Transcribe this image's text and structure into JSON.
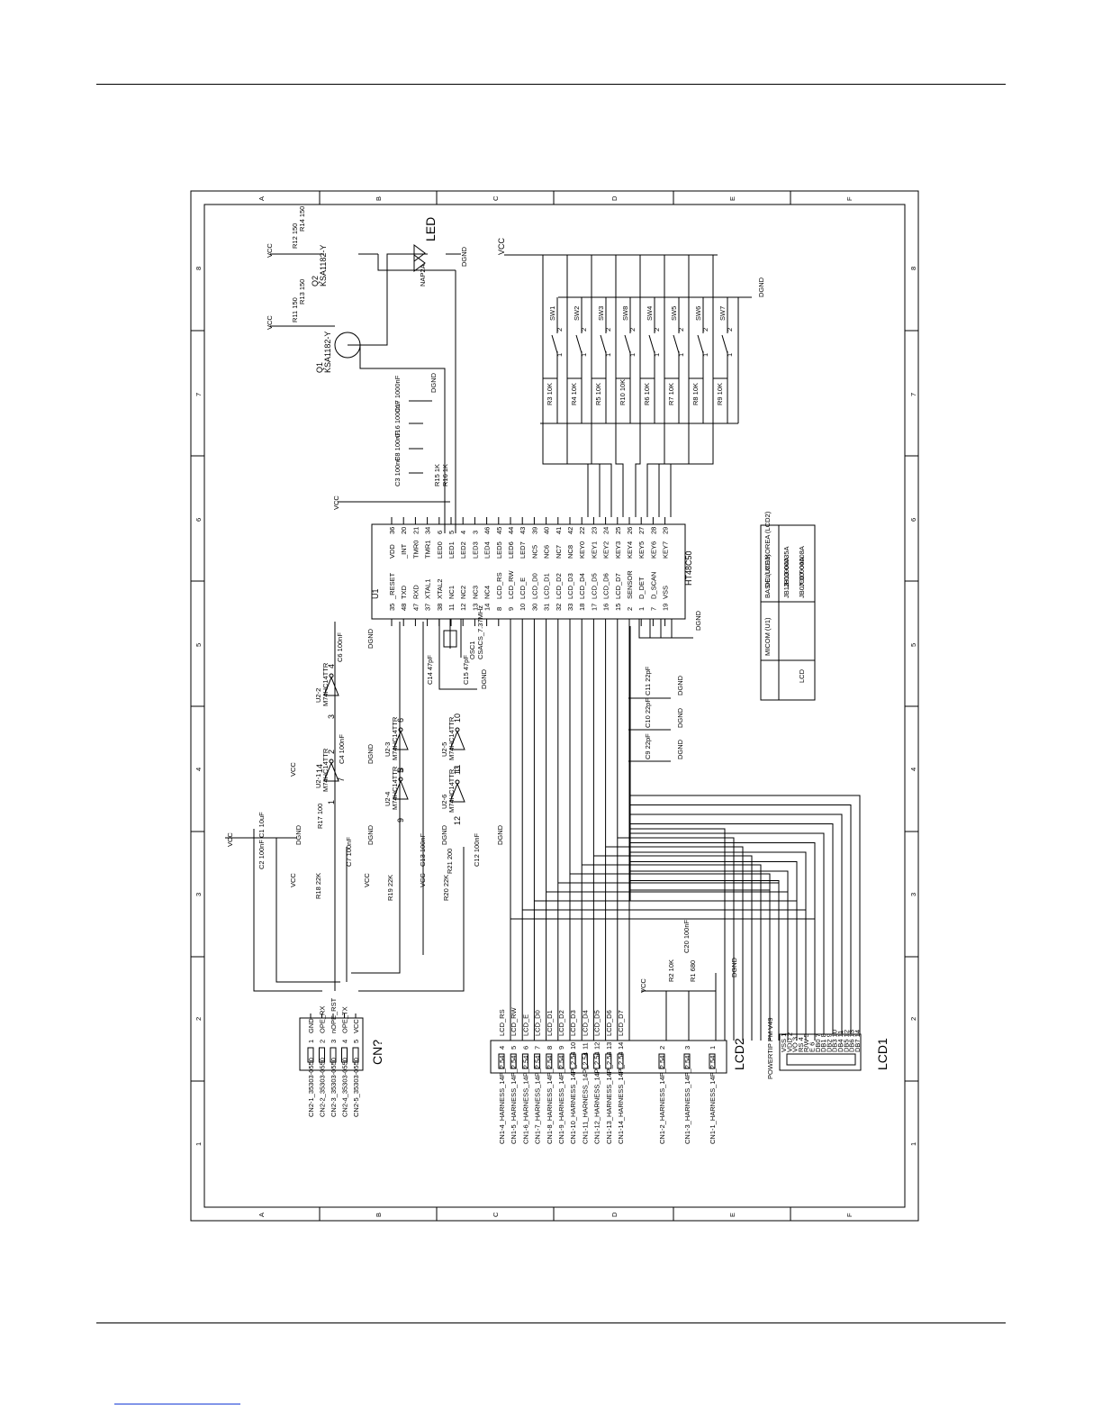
{
  "grid": {
    "cols": [
      "A",
      "B",
      "C",
      "D",
      "E",
      "F"
    ],
    "rows": [
      "8",
      "7",
      "6",
      "5",
      "4",
      "3",
      "2",
      "1"
    ]
  },
  "u1": {
    "ref": "U1",
    "part": "HT48C50",
    "left_pins": [
      {
        "num": "35",
        "name": "_RESET"
      },
      {
        "num": "48",
        "name": "TXD"
      },
      {
        "num": "47",
        "name": "RXD"
      },
      {
        "num": "37",
        "name": "XTAL1"
      },
      {
        "num": "38",
        "name": "XTAL2"
      },
      {
        "num": "11",
        "name": "NC1"
      },
      {
        "num": "12",
        "name": "NC2"
      },
      {
        "num": "13",
        "name": "NC3"
      },
      {
        "num": "14",
        "name": "NC4"
      },
      {
        "num": "8",
        "name": "LCD_RS"
      },
      {
        "num": "9",
        "name": "LCD_RW"
      },
      {
        "num": "10",
        "name": "LCD_E"
      },
      {
        "num": "30",
        "name": "LCD_D0"
      },
      {
        "num": "31",
        "name": "LCD_D1"
      },
      {
        "num": "32",
        "name": "LCD_D2"
      },
      {
        "num": "33",
        "name": "LCD_D3"
      },
      {
        "num": "18",
        "name": "LCD_D4"
      },
      {
        "num": "17",
        "name": "LCD_D5"
      },
      {
        "num": "16",
        "name": "LCD_D6"
      },
      {
        "num": "15",
        "name": "LCD_D7"
      },
      {
        "num": "2",
        "name": "SENSOR"
      },
      {
        "num": "1",
        "name": "D_DET"
      },
      {
        "num": "7",
        "name": "D_SCAN"
      },
      {
        "num": "19",
        "name": "VSS"
      }
    ],
    "right_pins": [
      {
        "num": "36",
        "name": "VDD"
      },
      {
        "num": "20",
        "name": "_INT"
      },
      {
        "num": "21",
        "name": "TMR0"
      },
      {
        "num": "34",
        "name": "TMR1"
      },
      {
        "num": "6",
        "name": "LED0"
      },
      {
        "num": "5",
        "name": "LED1"
      },
      {
        "num": "4",
        "name": "LED2"
      },
      {
        "num": "3",
        "name": "LED3"
      },
      {
        "num": "46",
        "name": "LED4"
      },
      {
        "num": "45",
        "name": "LED5"
      },
      {
        "num": "44",
        "name": "LED6"
      },
      {
        "num": "43",
        "name": "LED7"
      },
      {
        "num": "39",
        "name": "NC5"
      },
      {
        "num": "40",
        "name": "NC6"
      },
      {
        "num": "41",
        "name": "NC7"
      },
      {
        "num": "42",
        "name": "NC8"
      },
      {
        "num": "22",
        "name": "KEY0"
      },
      {
        "num": "23",
        "name": "KEY1"
      },
      {
        "num": "24",
        "name": "KEY2"
      },
      {
        "num": "25",
        "name": "KEY3"
      },
      {
        "num": "26",
        "name": "KEY4"
      },
      {
        "num": "27",
        "name": "KEY5"
      },
      {
        "num": "28",
        "name": "KEY6"
      },
      {
        "num": "29",
        "name": "KEY7"
      }
    ]
  },
  "cn": {
    "ref": "CN?",
    "pins": [
      {
        "num": "1",
        "name": "GND"
      },
      {
        "num": "2",
        "name": "OPE_RX"
      },
      {
        "num": "3",
        "name": "nOPE_RST"
      },
      {
        "num": "4",
        "name": "OPE_TX"
      },
      {
        "num": "5",
        "name": "VCC"
      }
    ],
    "part_labels": [
      "CN2-1_35303-0550",
      "CN2-2_35303-0550",
      "CN2-3_35303-0550",
      "CN2-4_35303-0550",
      "CN2-5_35303-0550"
    ]
  },
  "lcd2": {
    "ref": "LCD2",
    "pins": [
      {
        "num": "4",
        "name": "LCD_RS"
      },
      {
        "num": "5",
        "name": "LCD_RW"
      },
      {
        "num": "6",
        "name": "LCD_E"
      },
      {
        "num": "7",
        "name": "LCD_D0"
      },
      {
        "num": "8",
        "name": "LCD_D1"
      },
      {
        "num": "9",
        "name": "LCD_D2"
      },
      {
        "num": "10",
        "name": "LCD_D3"
      },
      {
        "num": "11",
        "name": "LCD_D4"
      },
      {
        "num": "12",
        "name": "LCD_D5"
      },
      {
        "num": "13",
        "name": "LCD_D6"
      },
      {
        "num": "14",
        "name": "LCD_D7"
      },
      {
        "num": "2",
        "name": ""
      },
      {
        "num": "3",
        "name": ""
      },
      {
        "num": "1",
        "name": ""
      }
    ],
    "harness": [
      "CN1-4_HARNESS_14P_2.54",
      "CN1-5_HARNESS_14P_2.54",
      "CN1-6_HARNESS_14P_2.54",
      "CN1-7_HARNESS_14P_2.54",
      "CN1-8_HARNESS_14P_2.54",
      "CN1-9_HARNESS_14P_2.54",
      "CN1-10_HARNESS_14P_2.54",
      "CN1-11_HARNESS_14P_2.54",
      "CN1-12_HARNESS_14P_2.54",
      "CN1-13_HARNESS_14P_2.54",
      "CN1-14_HARNESS_14P_2.54",
      "CN1-2_HARNESS_14P_2.54",
      "CN1-3_HARNESS_14P_2.54",
      "CN1-1_HARNESS_14P_2.54"
    ]
  },
  "lcd1": {
    "ref": "LCD1",
    "pins": [
      "VSS 1",
      "VDD 2",
      "VO 3",
      "RS 4",
      "R/W 5",
      "E 6",
      "DB0 7",
      "DB1 8",
      "DB2 9",
      "DB3 10",
      "DB4 11",
      "DB5 12",
      "DB6 13",
      "DB7 14"
    ],
    "note": "POWERTIP PM V49"
  },
  "switches": [
    "SW1",
    "SW2",
    "SW3",
    "SW8",
    "SW4",
    "SW5",
    "SW6",
    "SW7"
  ],
  "key_resistors": [
    "R3 10K",
    "R4 10K",
    "R5 10K",
    "R10 10K",
    "R6 10K",
    "R7 10K",
    "R8 10K",
    "R9 10K"
  ],
  "transistors": [
    {
      "ref": "Q1",
      "part": "KSA1182-Y"
    },
    {
      "ref": "Q2",
      "part": "KSA1182-Y"
    }
  ],
  "led": {
    "label": "LED",
    "part": "NAP2A"
  },
  "inverters": [
    {
      "ref": "U2-1",
      "part": "M74HC14TTR",
      "a": "1",
      "b": "2"
    },
    {
      "ref": "U2-2",
      "part": "M74HC14TTR",
      "a": "3",
      "b": "4"
    },
    {
      "ref": "U2-3",
      "part": "M74HC14TTR",
      "a": "5",
      "b": "6"
    },
    {
      "ref": "U2-4",
      "part": "M74HC14TTR",
      "a": "9",
      "b": "8"
    },
    {
      "ref": "U2-5",
      "part": "M74HC14TTR",
      "a": "11",
      "b": "10"
    },
    {
      "ref": "U2-6",
      "part": "M74HC14TTR",
      "a": "12",
      "b": "13"
    }
  ],
  "labels": {
    "vcc": "VCC",
    "dgnd": "DGND",
    "osc1": "OSC1",
    "osc1_part": "CSACS_7.37MHz",
    "r11": "R11 150",
    "r12": "R12 150",
    "r13": "R13 150",
    "r14": "R14 150",
    "r15": "R15 1K",
    "r16": "R16 1K",
    "r17": "R17 100",
    "r18": "R18 22K",
    "r19": "R19 22K",
    "r20": "R20 22K",
    "r21": "R21 200",
    "r1": "R1 680",
    "r2": "R2 10K",
    "c3": "C3 100nF",
    "c8": "C8 100nF",
    "c16": "C16 1000nF",
    "c17": "C17 1000nF",
    "c14": "C14 47pF",
    "c15": "C15 47pF",
    "c6": "C6 100nF",
    "c4": "C4 100nF",
    "c1": "C1 10uF",
    "c2": "C2 100nF",
    "c7": "C7 100nF",
    "c13": "C13 100nF",
    "c12": "C12 100nF",
    "c20": "C20 100nF",
    "c9": "C9 22pF",
    "c10": "C10 22pF",
    "c11": "C11 22pF",
    "pin14": "14",
    "pin7": "7"
  },
  "title_block": {
    "headers": [
      "MICOM (U1)",
      "BASIC (LCD1)",
      "DELUXE/KOREA (LCD2)"
    ],
    "row_label": "LCD",
    "row_values": [
      "JB07-00004A",
      "JB07-00004A",
      "JC07-00008A"
    ],
    "sub_values": [
      "",
      "JB13-00004A",
      "JB13-00035A"
    ]
  }
}
